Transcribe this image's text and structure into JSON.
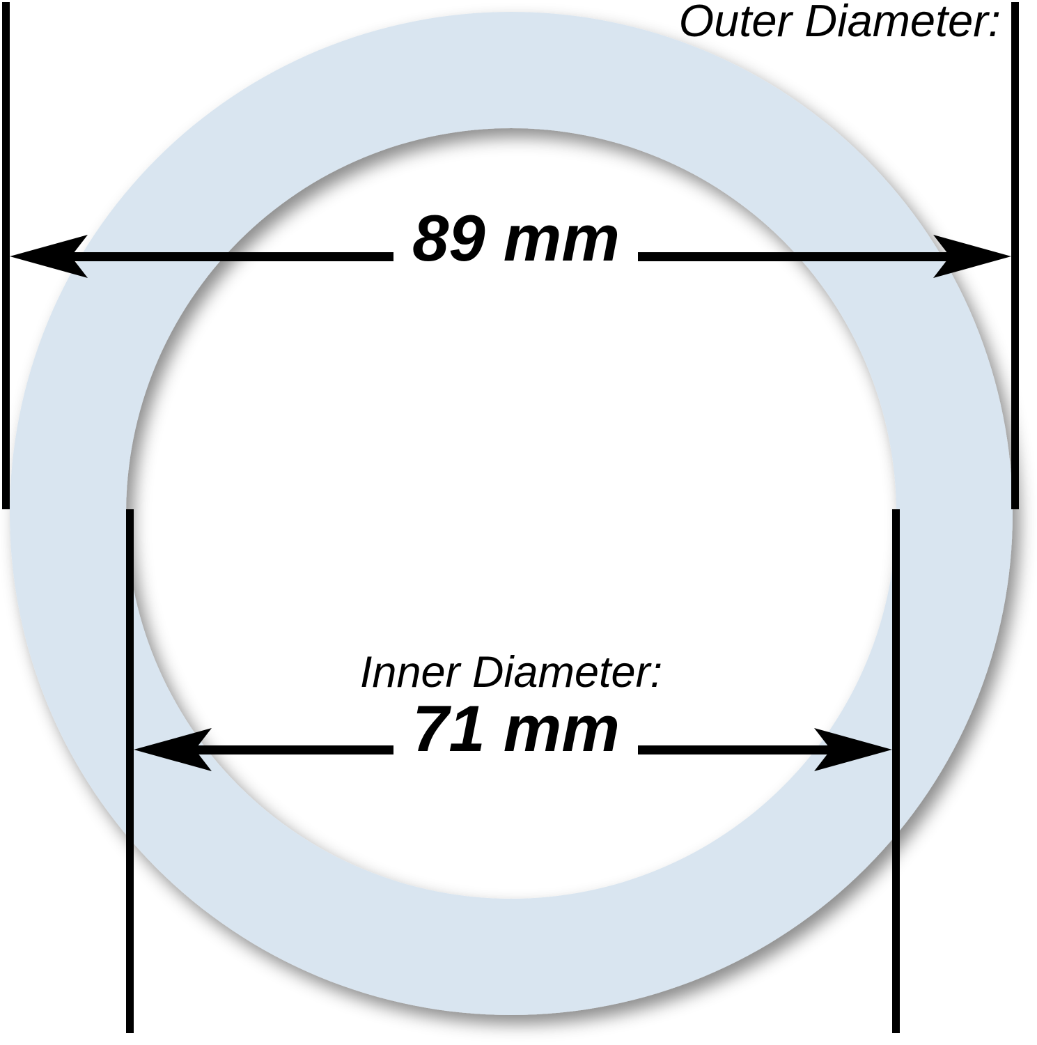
{
  "diagram": {
    "name": "gasket-ring-dimension-diagram",
    "outer": {
      "label": "Outer Diameter:",
      "value": "89 mm"
    },
    "inner": {
      "label": "Inner Diameter:",
      "value": "71 mm"
    },
    "colors": {
      "ring_fill": "#d9e5f0",
      "line": "#000000",
      "background": "#ffffff"
    }
  }
}
